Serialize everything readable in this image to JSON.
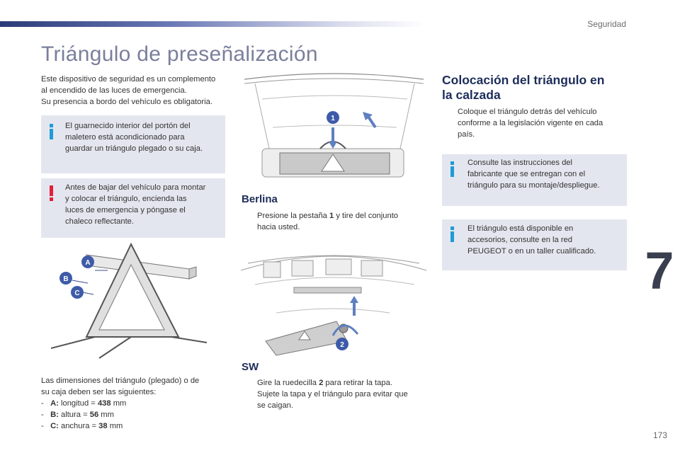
{
  "header": {
    "section": "Seguridad"
  },
  "title": "Triángulo de preseñalización",
  "intro": [
    "Este dispositivo de seguridad es un complemento",
    "al encendido de las luces de emergencia.",
    "Su presencia a bordo del vehículo es obligatoria."
  ],
  "note_info_1": [
    "El guarnecido interior del portón del",
    "maletero está acondicionado para",
    "guardar un triángulo plegado o su caja."
  ],
  "note_warning": [
    "Antes de bajar del vehículo para montar",
    "y colocar el triángulo, encienda las",
    "luces de emergencia y póngase el",
    "chaleco reflectante."
  ],
  "triangle_labels": {
    "a": "A",
    "b": "B",
    "c": "C"
  },
  "dimensions": {
    "intro": [
      "Las dimensiones del triángulo (plegado) o de",
      "su caja deben ser las siguientes:"
    ],
    "rows": [
      {
        "dash": "-",
        "key": "A:",
        "label": " longitud = ",
        "value": "438",
        "unit": " mm"
      },
      {
        "dash": "-",
        "key": "B:",
        "label": " altura = ",
        "value": "56",
        "unit": " mm"
      },
      {
        "dash": "-",
        "key": "C:",
        "label": " anchura = ",
        "value": "38",
        "unit": " mm"
      }
    ]
  },
  "figure1_labels": {
    "one": "1"
  },
  "berlina": {
    "heading": "Berlina",
    "bullet_mark": "",
    "line1_pre": "Presione la pestaña ",
    "line1_bold": "1",
    "line1_post": " y tire del conjunto",
    "line2": "hacia usted."
  },
  "figure2_labels": {
    "two": "2"
  },
  "sw": {
    "heading": "SW",
    "bullet_mark": "",
    "b1_pre": "Gire la ruedecilla ",
    "b1_bold": "2",
    "b1_post": " para retirar la tapa.",
    "b2_line1": "Sujete la tapa y el triángulo para evitar que",
    "b2_line2": "se caigan."
  },
  "colocacion": {
    "heading_line1": "Colocación del triángulo en",
    "heading_line2": "la calzada",
    "bullet_mark": "",
    "lines": [
      "Coloque el triángulo detrás del vehículo",
      "conforme a la legislación vigente en cada",
      "país."
    ]
  },
  "note_info_2": [
    "Consulte las instrucciones del",
    "fabricante que se entregan con el",
    "triángulo para su montaje/despliegue."
  ],
  "note_info_3": [
    "El triángulo está disponible en",
    "accesorios, consulte en la red",
    "PEUGEOT o en un taller cualificado."
  ],
  "chapter_number": "7",
  "page_number": "173",
  "colors": {
    "info_icon": "#1f9bd7",
    "warning_icon": "#e2203a",
    "note_bg": "#e4e6ef",
    "heading": "#1c2d5a"
  }
}
